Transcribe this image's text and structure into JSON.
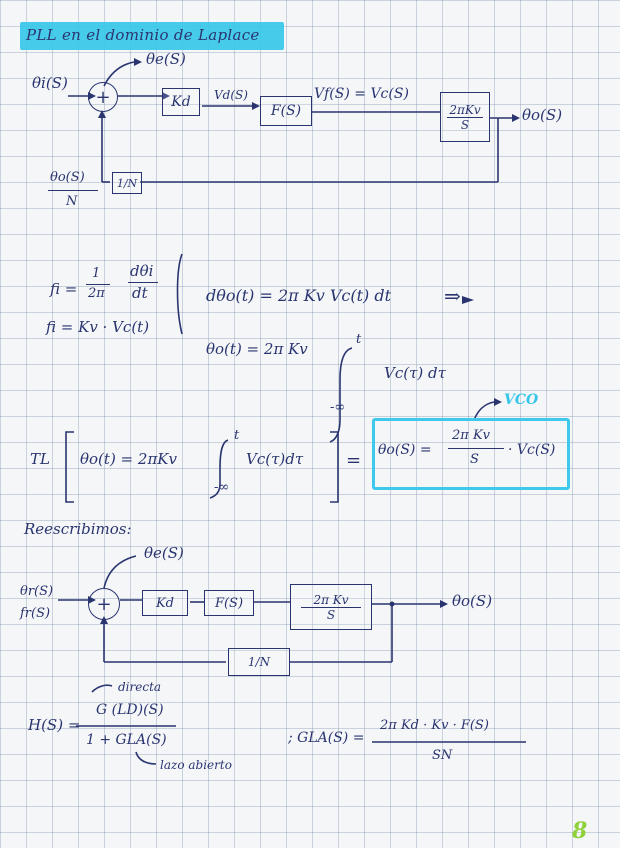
{
  "title": "PLL en el dominio de Laplace",
  "diagram1": {
    "input": "θi(S)",
    "error": "θe(S)",
    "vd": "Vd(S)",
    "kd": "Kd",
    "filter": "F(S)",
    "vf": "Vf(S) = Vc(S)",
    "vco_num": "2πKv",
    "vco_den": "S",
    "output": "θo(S)",
    "feedback": "1/N",
    "fb_num": "θo(S)",
    "fb_den": "N"
  },
  "equations": {
    "fi_lhs": "fi =",
    "fi_frac_num": "1",
    "fi_frac_den": "2π",
    "fi_frac2_num": "dθi",
    "fi_frac2_den": "dt",
    "dtheta": "dθo(t) = 2π Kv Vc(t) dt",
    "arrow": "⇒",
    "fi_kv": "fi = Kv · Vc(t)",
    "theta_t": "θo(t) = 2π Kv",
    "int_upper": "t",
    "int_body": "Vc(τ) dτ",
    "int_lower": "-∞",
    "tl_prefix": "TL",
    "tl_inner": "θo(t) = 2πKv",
    "tl_int_upper": "t",
    "tl_int_body": "Vc(τ)dτ",
    "tl_int_lower": "-∞",
    "equals": "=",
    "result_lhs": "θo(S) =",
    "result_num": "2π Kv",
    "result_den": "S",
    "result_rhs": "· Vc(S)",
    "vco_label": "VCO"
  },
  "rewrite_label": "Reescribimos:",
  "diagram2": {
    "input1": "θr(S)",
    "input2": "fr(S)",
    "error": "θe(S)",
    "kd": "Kd",
    "filter": "F(S)",
    "vco_num": "2π Kv",
    "vco_den": "S",
    "output": "θo(S)",
    "feedback": "1/N"
  },
  "transfer": {
    "h_lhs": "H(S) =",
    "h_num": "G (LD)(S)",
    "h_den": "1 + GLA(S)",
    "note_direct": "directa",
    "note_open": "lazo abierto",
    "gla_lhs": "; GLA(S) =",
    "gla_num": "2π Kd · Kv · F(S)",
    "gla_den": "SN"
  },
  "page_number": "8",
  "colors": {
    "ink": "#2a3570",
    "highlight": "#34c6e8",
    "page_number": "#8fd13a"
  }
}
